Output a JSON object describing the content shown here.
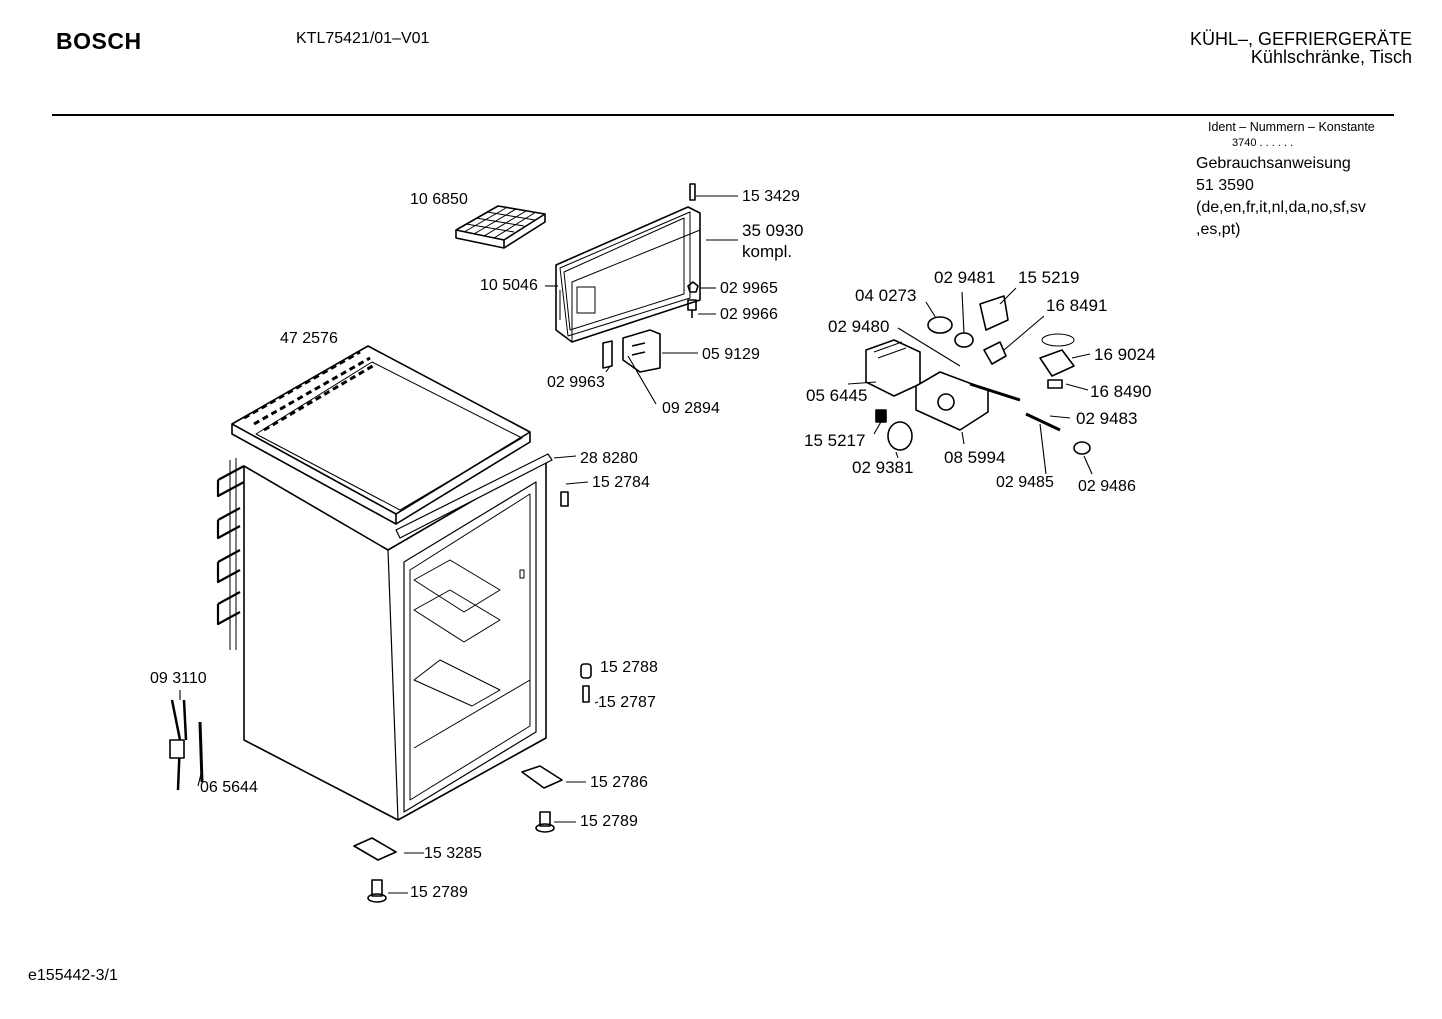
{
  "header": {
    "brand": "BOSCH",
    "model": "KTL75421/01–V01",
    "category_line1": "KÜHL–, GEFRIERGERÄTE",
    "category_line2": "Kühlschränke, Tisch"
  },
  "sidebar": {
    "ident_label": "Ident – Nummern – Konstante",
    "ident_value": "3740 . .   . . . .",
    "manual_title": "Gebrauchsanweisung",
    "manual_number": "51 3590",
    "manual_languages_1": "(de,en,fr,it,nl,da,no,sf,sv",
    "manual_languages_2": ",es,pt)"
  },
  "parts": {
    "p106850": "10 6850",
    "p153429": "15 3429",
    "p350930": "35 0930",
    "kompl": "kompl.",
    "p105046": "10 5046",
    "p029965": "02 9965",
    "p029966": "02 9966",
    "p472576": "47 2576",
    "p029963": "02 9963",
    "p059129": "05 9129",
    "p092894": "09 2894",
    "p288280": "28 8280",
    "p152784": "15 2784",
    "p152788": "15 2788",
    "p152787": "15 2787",
    "p093110": "09 3110",
    "p065644": "06 5644",
    "p152786": "15 2786",
    "p152789a": "15 2789",
    "p153285": "15 3285",
    "p152789b": "15 2789",
    "p029481": "02 9481",
    "p155219": "15 5219",
    "p040273": "04 0273",
    "p168491": "16 8491",
    "p029480": "02 9480",
    "p169024": "16 9024",
    "p056445": "05 6445",
    "p168490": "16 8490",
    "p029483": "02 9483",
    "p155217": "15 5217",
    "p085994": "08 5994",
    "p029381": "02 9381",
    "p029485": "02 9485",
    "p029486": "02 9486"
  },
  "footer": {
    "doc_id": "e155442-3/1"
  }
}
